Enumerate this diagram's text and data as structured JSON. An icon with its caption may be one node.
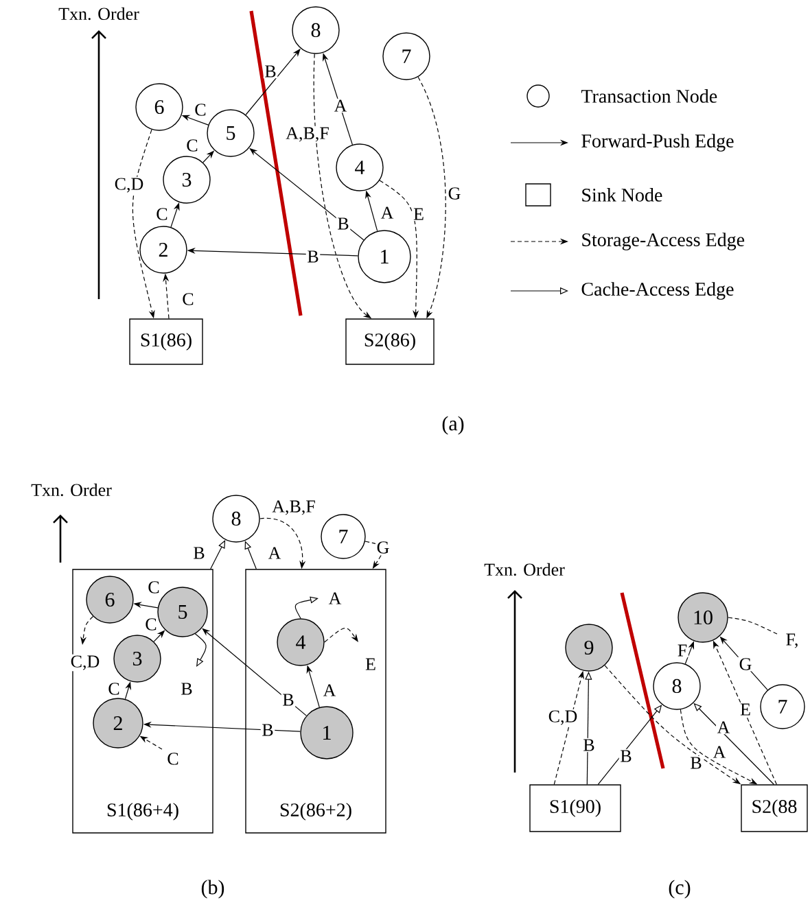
{
  "diagram": {
    "nodes": [
      {
        "text": [
          "8"
        ]
      },
      {
        "text": [
          "7"
        ]
      },
      {
        "text": [
          "6"
        ]
      },
      {
        "text": [
          "5"
        ]
      },
      {
        "text": [
          "4"
        ]
      },
      {
        "text": [
          "3"
        ]
      },
      {
        "text": [
          "1"
        ]
      },
      {
        "text": [
          "2"
        ]
      },
      {
        "text": [
          "S1(86)"
        ]
      },
      {
        "text": [
          "S2(86)"
        ]
      },
      {
        "text": [
          "8"
        ]
      },
      {
        "text": [
          "7"
        ]
      },
      {
        "text": [
          "S1(86+4)"
        ]
      },
      {
        "text": [
          "6"
        ],
        "in": 12
      },
      {
        "text": [
          "5"
        ],
        "in": 12
      },
      {
        "text": [
          "3"
        ],
        "in": 12
      },
      {
        "text": [
          "2"
        ],
        "in": 12
      },
      {
        "text": [
          "S2(86+2)"
        ]
      },
      {
        "text": [
          "4"
        ],
        "in": 17
      },
      {
        "text": [
          "1"
        ],
        "in": 17
      },
      {
        "text": [
          "10"
        ]
      },
      {
        "text": [
          "9"
        ]
      },
      {
        "text": [
          "8"
        ]
      },
      {
        "text": [
          "7"
        ]
      },
      {
        "text": [
          "S1(90)"
        ]
      },
      {
        "text": [
          "S2(88"
        ]
      }
    ],
    "edges": [
      {
        "from": 3,
        "to": 0,
        "arrow": "to",
        "label": "B"
      },
      {
        "from": 3,
        "to": 2,
        "arrow": "to",
        "label": "C"
      },
      {
        "from": 5,
        "to": 3,
        "arrow": "to",
        "label": "C"
      },
      {
        "from": 7,
        "to": 5,
        "arrow": "to",
        "label": "C"
      },
      {
        "from": 8,
        "to": 7,
        "arrow": "to",
        "label": "C",
        "style": "dashed"
      },
      {
        "from": 2,
        "to": 8,
        "arrow": "to",
        "label": "C,D",
        "style": "dashed"
      },
      {
        "from": 6,
        "to": 3,
        "arrow": "to",
        "label": "B"
      },
      {
        "from": 6,
        "to": 7,
        "arrow": "to",
        "label": "B"
      },
      {
        "from": 6,
        "to": 4,
        "arrow": "to",
        "label": "A"
      },
      {
        "from": 4,
        "to": 0,
        "arrow": "to",
        "label": "A"
      },
      {
        "from": 0,
        "to": 9,
        "arrow": "to",
        "label": "A,B,F",
        "style": "dashed"
      },
      {
        "from": 4,
        "to": 9,
        "arrow": "to",
        "label": "E",
        "style": "dashed"
      },
      {
        "from": 1,
        "to": 9,
        "arrow": "to",
        "label": "G",
        "style": "dashed"
      },
      {
        "from": 14,
        "to": 13,
        "arrow": "to",
        "label": "C"
      },
      {
        "from": 15,
        "to": 14,
        "arrow": "to",
        "label": "C"
      },
      {
        "from": 16,
        "to": 15,
        "arrow": "to",
        "label": "C"
      },
      {
        "from": null,
        "to": 16,
        "arrow": "to",
        "label": "C",
        "style": "dashed"
      },
      {
        "from": 13,
        "to": null,
        "arrow": "to",
        "label": "C,D",
        "style": "dashed"
      },
      {
        "from": 14,
        "to": null,
        "arrow": "to",
        "label": "B"
      },
      {
        "from": 19,
        "to": 14,
        "arrow": "to",
        "label": "B"
      },
      {
        "from": 19,
        "to": 16,
        "arrow": "to",
        "label": "B"
      },
      {
        "from": 19,
        "to": 18,
        "arrow": "to",
        "label": "A"
      },
      {
        "from": 18,
        "to": null,
        "arrow": "to",
        "label": "A"
      },
      {
        "from": 18,
        "to": null,
        "arrow": "to",
        "label": "E",
        "style": "dashed"
      },
      {
        "from": 12,
        "to": 10,
        "arrow": "to",
        "label": "B"
      },
      {
        "from": 17,
        "to": 10,
        "arrow": "to",
        "label": "A"
      },
      {
        "from": 10,
        "to": 17,
        "arrow": "to",
        "label": "A,B,F",
        "style": "dashed"
      },
      {
        "from": 11,
        "to": 17,
        "arrow": "to",
        "label": "G",
        "style": "dashed"
      },
      {
        "from": 24,
        "to": 21,
        "arrow": "to",
        "label": "C,D",
        "style": "dashed"
      },
      {
        "from": 24,
        "to": 21,
        "arrow": "to",
        "label": "B"
      },
      {
        "from": 24,
        "to": 22,
        "arrow": "to",
        "label": "B"
      },
      {
        "from": 21,
        "to": 25,
        "arrow": "to",
        "label": "B",
        "style": "dashed"
      },
      {
        "from": 22,
        "to": 25,
        "arrow": "to",
        "label": "A",
        "style": "dashed"
      },
      {
        "from": 25,
        "to": 22,
        "arrow": "to",
        "label": "A"
      },
      {
        "from": 25,
        "to": 20,
        "arrow": "to",
        "label": "E",
        "style": "dashed"
      },
      {
        "from": 22,
        "to": 20,
        "arrow": "to",
        "label": "F"
      },
      {
        "from": 23,
        "to": 20,
        "arrow": "to",
        "label": "G"
      },
      {
        "from": 20,
        "to": null,
        "arrow": "none",
        "label": "F,",
        "style": "dashed"
      }
    ],
    "labels": [
      "Txn. Order",
      "(a)",
      "Txn. Order",
      "Txn. Order",
      "(b)",
      "(c)"
    ],
    "legend": [
      {
        "text": "Transaction Node"
      },
      {
        "text": "Forward-Push Edge"
      },
      {
        "text": "Sink Node"
      },
      {
        "text": "Storage-Access Edge"
      },
      {
        "text": "Cache-Access Edge"
      }
    ]
  }
}
